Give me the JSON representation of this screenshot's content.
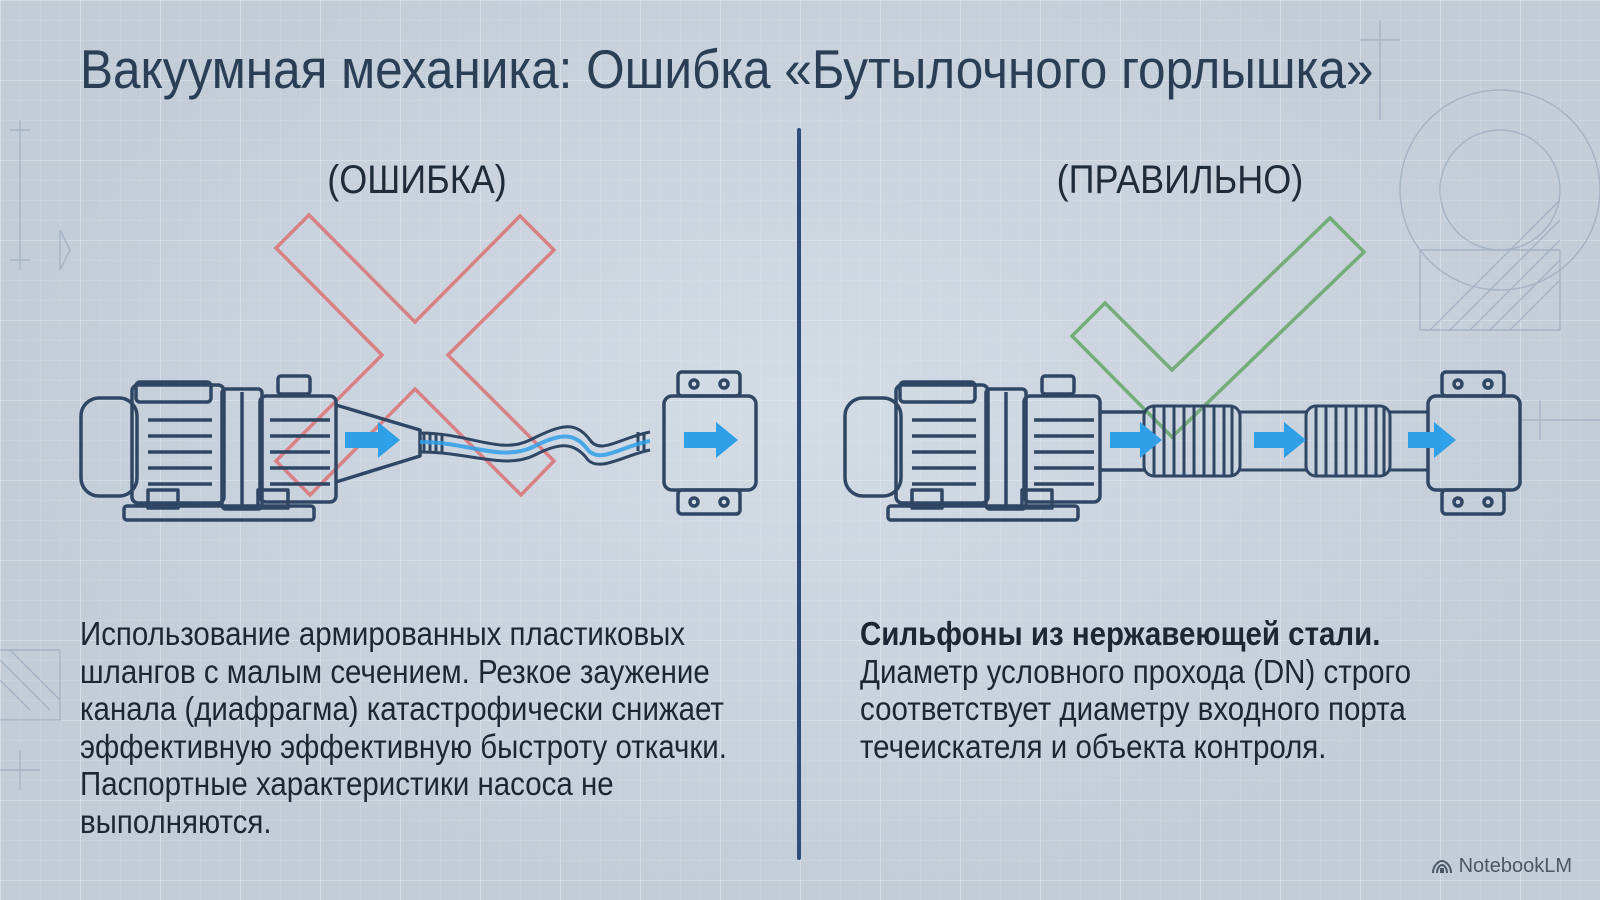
{
  "title": "Вакуумная механика: Ошибка «Бутылочного горлышка»",
  "left_panel": {
    "heading": "(ОШИБКА)",
    "mark_icon": "cross-mark-icon",
    "mark_color": "#d9777a",
    "description": "Использование армированных пластиковых шлангов с малым сечением. Резкое заужение канала (диафрагма) катастрофически снижает эффективную эффективную быстроту откачки. Паспортные характеристики насоса не выполняются."
  },
  "right_panel": {
    "heading": "(ПРАВИЛЬНО)",
    "mark_icon": "check-mark-icon",
    "mark_color": "#6aa86f",
    "description_bold": "Сильфоны из нержавеющей стали.",
    "description": "Диаметр условного прохода (DN) строго соответствует диаметру входного порта течеискателя и объекта контроля."
  },
  "colors": {
    "line": "#2f4764",
    "flow_arrow": "#2f9fe8",
    "divider": "#2d4e7c"
  },
  "watermark": {
    "text": "NotebookLM",
    "icon": "notebooklm-logo-icon"
  }
}
